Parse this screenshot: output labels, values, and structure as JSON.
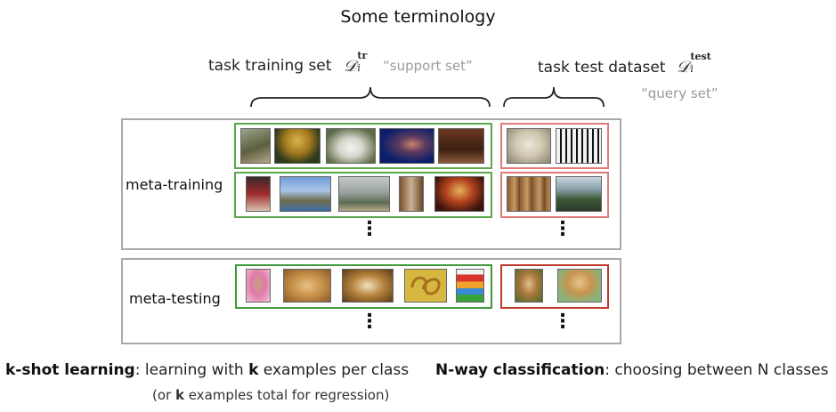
{
  "title": "Some terminology",
  "train_set": {
    "label": "task training set",
    "symbol": "𝒟",
    "sup": "tr",
    "sub": "i",
    "alias": "“support set”"
  },
  "test_set": {
    "label": "task test dataset",
    "symbol": "𝒟",
    "sup": "test",
    "sub": "i",
    "alias": "“query set”"
  },
  "rows": {
    "meta_training": "meta-training",
    "meta_testing": "meta-testing"
  },
  "ellipsis": "⋮",
  "footer": {
    "kshot_bold": "k-shot learning",
    "kshot_rest_a": ": learning with ",
    "kshot_k": "k",
    "kshot_rest_b": " examples per class",
    "kshot_note_a": "(or ",
    "kshot_note_k": "k",
    "kshot_note_b": " examples total for regression)",
    "nway_bold": "N-way classification",
    "nway_rest": ": choosing between N classes"
  },
  "colors": {
    "support_green": "#5aa84a",
    "query_red": "#e07a7a",
    "panel_gray": "#a9a9a9"
  },
  "images": {
    "row1_support": [
      "bird",
      "mushroom",
      "white-dog",
      "singer",
      "piano"
    ],
    "row1_query": [
      "sheepdog",
      "piano-keys"
    ],
    "row2_support": [
      "gymnast",
      "coast",
      "tank",
      "barrels",
      "carousel"
    ],
    "row2_query": [
      "barrels-close",
      "cliffs"
    ],
    "test_support": [
      "pink-dog",
      "golden-retriever",
      "lion-roar",
      "pretzel-bowl",
      "stacked-bowls"
    ],
    "test_query": [
      "lion-portrait",
      "wooden-bowl"
    ]
  }
}
